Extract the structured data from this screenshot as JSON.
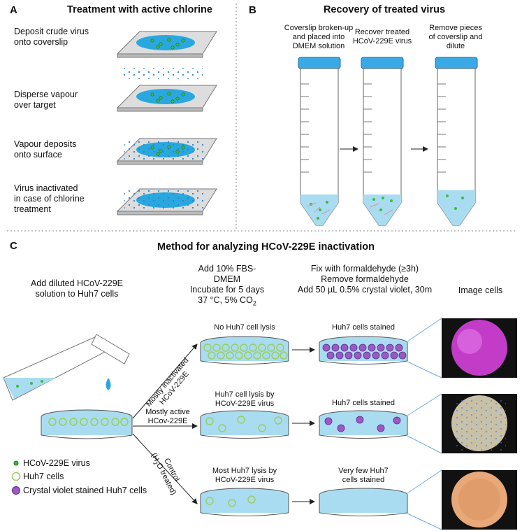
{
  "panelA": {
    "letter": "A",
    "title": "Treatment with active chlorine",
    "steps": [
      {
        "line1": "Deposit crude virus",
        "line2": "onto coverslip"
      },
      {
        "line1": "Disperse vapour",
        "line2": "over target"
      },
      {
        "line1": "Vapour deposits",
        "line2": "onto surface"
      },
      {
        "line1": "Virus inactivated",
        "line2": "in case of chlorine",
        "line3": "treatment"
      }
    ]
  },
  "panelB": {
    "letter": "B",
    "title": "Recovery of treated virus",
    "tube1": [
      "Coverslip broken-up",
      "and placed into",
      "DMEM solution"
    ],
    "tube2": [
      "Recover treated",
      "HCoV-229E virus"
    ],
    "tube3": [
      "Remove pieces",
      "of coverslip and",
      "dilute"
    ]
  },
  "panelC": {
    "letter": "C",
    "title": "Method for analyzing HCoV-229E inactivation",
    "col1": [
      "Add diluted HCoV-229E",
      "solution to Huh7 cells"
    ],
    "col2": {
      "line1": "Add 10% FBS-DMEM",
      "line2": "Incubate for 5 days",
      "line3": "37 °C, 5% CO",
      "sub": "2"
    },
    "col3": [
      "Fix with formaldehyde (≥3h)",
      "Remove formaldehyde",
      "Add 50 µL 0.5% crystal violet, 30m"
    ],
    "col4": "Image cells",
    "branch1": [
      "Mostly inactivated",
      "HCoV-229E"
    ],
    "branch2": [
      "Mostly active",
      "HCov-229E"
    ],
    "branch3": {
      "line1": "Control",
      "line2a": "(H",
      "sub": "2",
      "line2b": "O treated)"
    },
    "row1": {
      "left": "No Huh7 cell lysis",
      "right": "Huh7 cells stained"
    },
    "row2": {
      "left1": "Huh7 cell lysis by",
      "left2": "HCoV-229E virus",
      "right": "Huh7 cells stained"
    },
    "row3": {
      "left1": "Most Huh7 lysis by",
      "left2": "HCoV-229E virus",
      "right1": "Very few Huh7",
      "right2": "cells stained"
    },
    "legend": [
      "HCoV-229E virus",
      "Huh7 cells",
      "Crystal violet stained Huh7 cells"
    ]
  },
  "colors": {
    "liquid": "#a9dcf0",
    "drop": "#29a8e0",
    "virus": "#3dbb3d",
    "huh7": "#9acd5a",
    "violet": "#9b59c7",
    "cap": "#3aa9e6"
  }
}
